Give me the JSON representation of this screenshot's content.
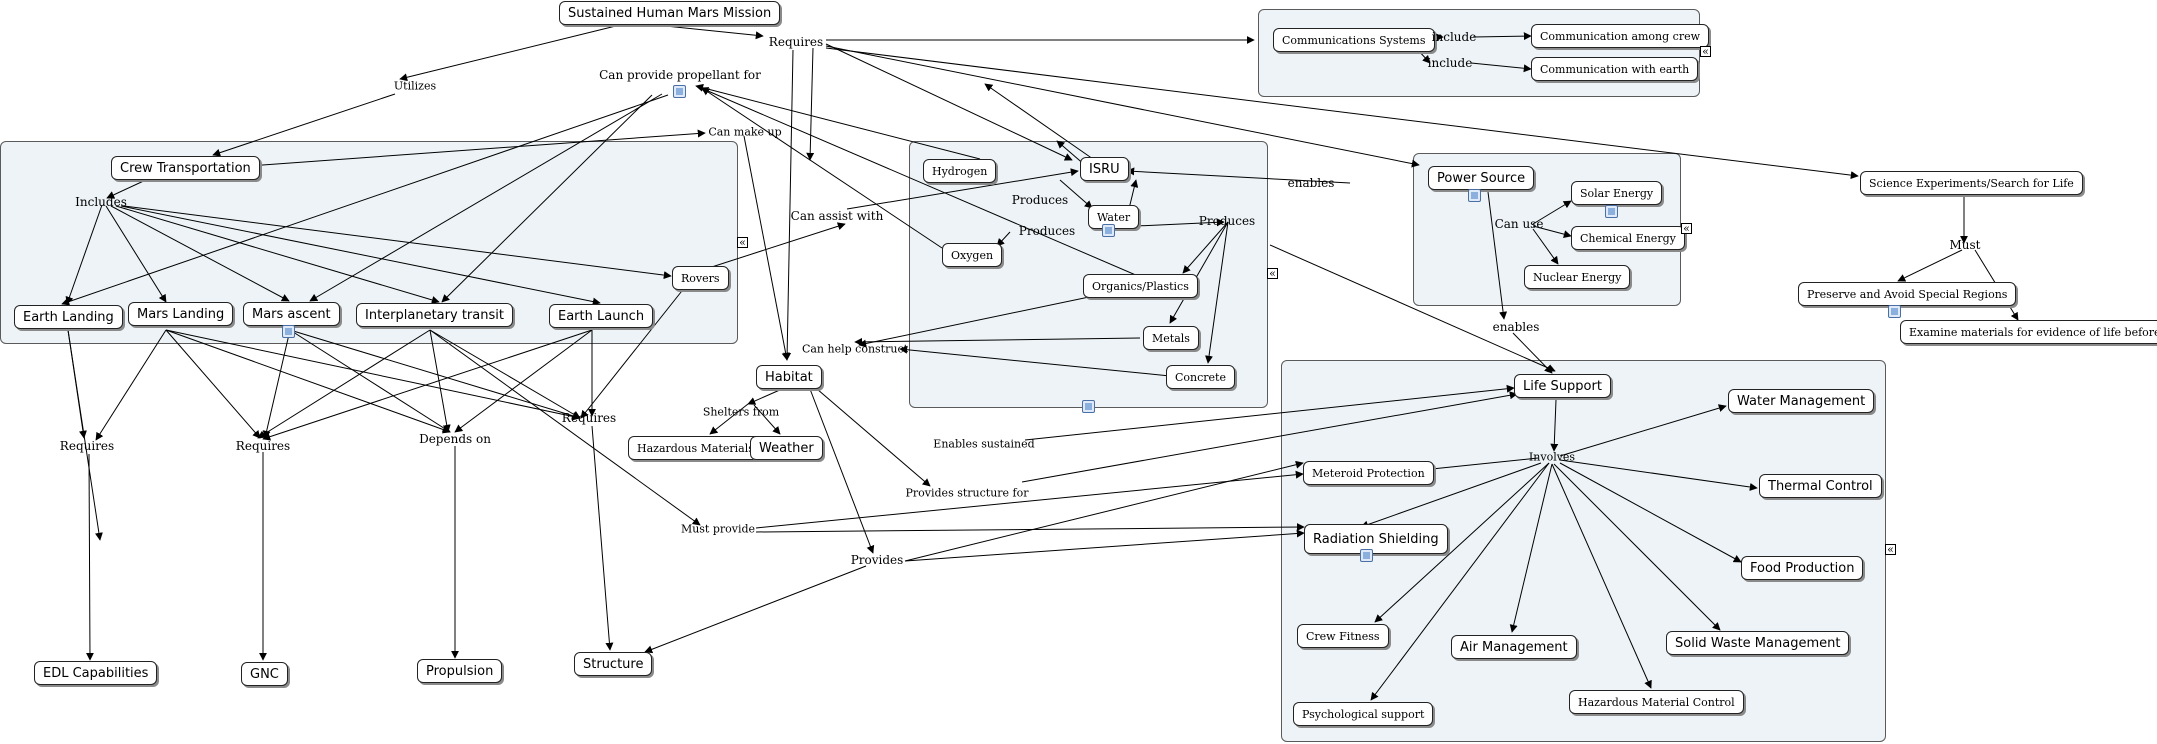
{
  "diagram": {
    "nodes": {
      "mission": "Sustained Human Mars Mission",
      "crew_transportation": "Crew Transportation",
      "earth_landing": "Earth Landing",
      "mars_landing": "Mars Landing",
      "mars_ascent": "Mars ascent",
      "interplanetary_transit": "Interplanetary transit",
      "earth_launch": "Earth Launch",
      "rovers": "Rovers",
      "habitat": "Habitat",
      "hazardous_materials": "Hazardous Materials",
      "weather": "Weather",
      "edl": "EDL Capabilities",
      "gnc": "GNC",
      "propulsion": "Propulsion",
      "structure": "Structure",
      "isru": "ISRU",
      "hydrogen": "Hydrogen",
      "water": "Water",
      "oxygen": "Oxygen",
      "organics": "Organics/Plastics",
      "metals": "Metals",
      "concrete": "Concrete",
      "communications": "Communications Systems",
      "comm_crew": "Communication among crew",
      "comm_earth": "Communication with earth",
      "power_source": "Power Source",
      "solar": "Solar Energy",
      "chemical": "Chemical Energy",
      "nuclear": "Nuclear Energy",
      "science": "Science Experiments/Search for Life",
      "preserve": "Preserve and Avoid Special Regions",
      "examine": "Examine materials for evidence of life before use",
      "life_support": "Life Support",
      "water_mgmt": "Water Management",
      "meteoroid": "Meteroid Protection",
      "thermal": "Thermal Control",
      "radiation": "Radiation Shielding",
      "food": "Food Production",
      "crew_fitness": "Crew Fitness",
      "air_mgmt": "Air Management",
      "solid_waste": "Solid Waste Management",
      "psych": "Psychological support",
      "hazmat_control": "Hazardous Material Control"
    },
    "labels": {
      "utilizes": "Utilizes",
      "requires_top": "Requires",
      "can_provide_propellant": "Can provide propellant for",
      "can_make_up": "Can make up",
      "includes": "Includes",
      "can_assist_with": "Can assist with",
      "can_help_construct": "Can help construct",
      "shelters_from": "Shelters from",
      "requires_edl": "Requires",
      "requires_gnc": "Requires",
      "depends_on": "Depends on",
      "requires_structure": "Requires",
      "must_provide": "Must provide",
      "provides": "Provides",
      "provides_structure_for": "Provides structure for",
      "enables_sustained": "Enables sustained",
      "produces_left": "Produces",
      "produces_mid": "Produces",
      "produces_right": "Produces",
      "include_crew": "include",
      "include_earth": "include",
      "enables_isru": "enables",
      "can_use": "Can use",
      "enables_life": "enables",
      "must": "Must",
      "involves": "Involves"
    },
    "collapse_glyph": "«"
  }
}
